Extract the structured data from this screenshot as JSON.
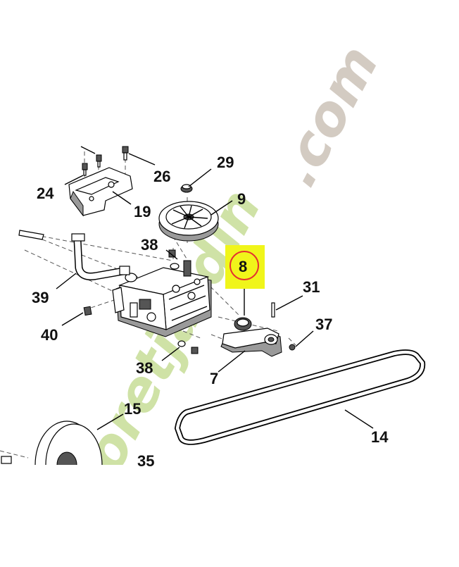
{
  "watermark": {
    "part1": "foretjardin",
    "part2": ".com",
    "green": "#cfe2a6",
    "grey": "#d3cbc2"
  },
  "highlight": {
    "color": "#f0f51a",
    "circle_color": "#e53030"
  },
  "labels": {
    "l29": "29",
    "l26": "26",
    "l24": "24",
    "l19": "19",
    "l9": "9",
    "l38a": "38",
    "l8": "8",
    "l31": "31",
    "l39": "39",
    "l40": "40",
    "l37": "37",
    "l38b": "38",
    "l7": "7",
    "l15": "15",
    "l14": "14",
    "l35": "35"
  }
}
